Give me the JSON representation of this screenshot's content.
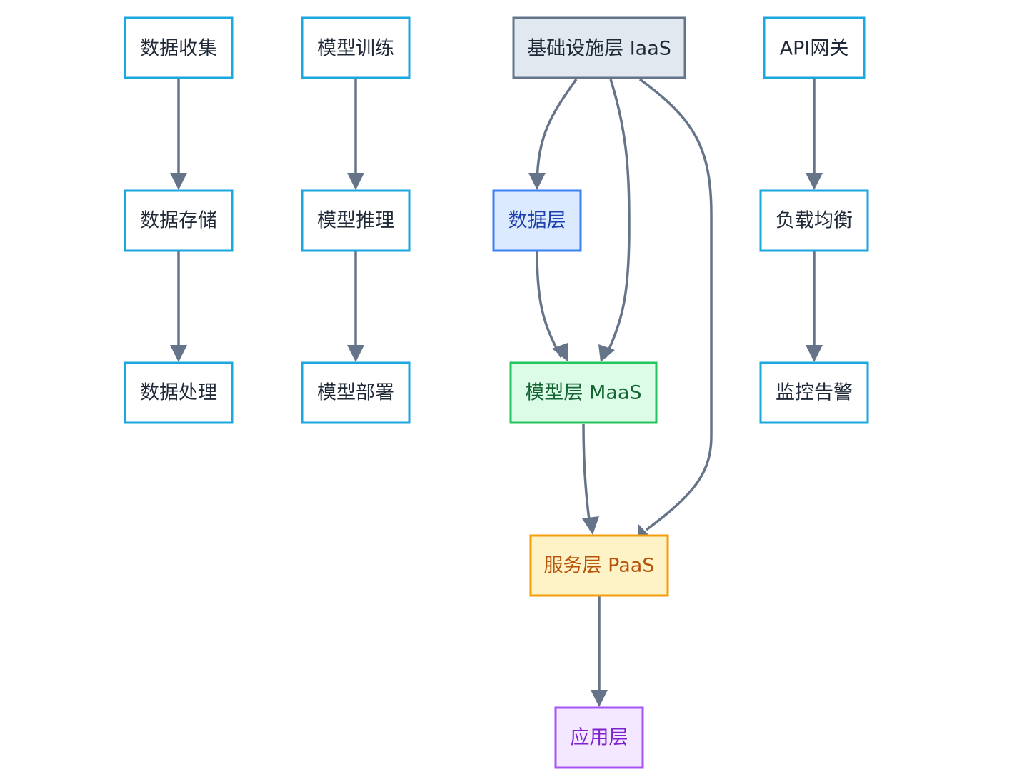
{
  "nodes": {
    "data_collect": {
      "label": "数据收集"
    },
    "data_store": {
      "label": "数据存储"
    },
    "data_process": {
      "label": "数据处理"
    },
    "model_train": {
      "label": "模型训练"
    },
    "model_infer": {
      "label": "模型推理"
    },
    "model_deploy": {
      "label": "模型部署"
    },
    "iaas": {
      "label": "基础设施层 IaaS"
    },
    "data_layer": {
      "label": "数据层"
    },
    "maas": {
      "label": "模型层 MaaS"
    },
    "paas": {
      "label": "服务层 PaaS"
    },
    "app_layer": {
      "label": "应用层"
    },
    "api_gateway": {
      "label": "API网关"
    },
    "load_balance": {
      "label": "负载均衡"
    },
    "monitor": {
      "label": "监控告警"
    }
  },
  "edges": [
    {
      "from": "数据收集",
      "to": "数据存储"
    },
    {
      "from": "数据存储",
      "to": "数据处理"
    },
    {
      "from": "模型训练",
      "to": "模型推理"
    },
    {
      "from": "模型推理",
      "to": "模型部署"
    },
    {
      "from": "基础设施层 IaaS",
      "to": "数据层"
    },
    {
      "from": "基础设施层 IaaS",
      "to": "模型层 MaaS"
    },
    {
      "from": "基础设施层 IaaS",
      "to": "服务层 PaaS"
    },
    {
      "from": "数据层",
      "to": "模型层 MaaS"
    },
    {
      "from": "模型层 MaaS",
      "to": "服务层 PaaS"
    },
    {
      "from": "服务层 PaaS",
      "to": "应用层"
    },
    {
      "from": "API网关",
      "to": "负载均衡"
    },
    {
      "from": "负载均衡",
      "to": "监控告警"
    }
  ],
  "colors": {
    "edge": "#667489",
    "default_node_fill": "#ffffff",
    "default_node_stroke": "#1ba7e0",
    "default_node_text": "#1f2937",
    "iaas_fill": "#e2e8f0",
    "iaas_stroke": "#64748b",
    "iaas_text": "#1f2937",
    "data_layer_fill": "#dbeafe",
    "data_layer_stroke": "#3b82f6",
    "data_layer_text": "#1e40af",
    "maas_fill": "#dcfce7",
    "maas_stroke": "#22c55e",
    "maas_text": "#166534",
    "paas_fill": "#fef3c7",
    "paas_stroke": "#f59e0b",
    "paas_text": "#b45309",
    "app_fill": "#f3e8ff",
    "app_stroke": "#a855f7",
    "app_text": "#7e22ce"
  }
}
